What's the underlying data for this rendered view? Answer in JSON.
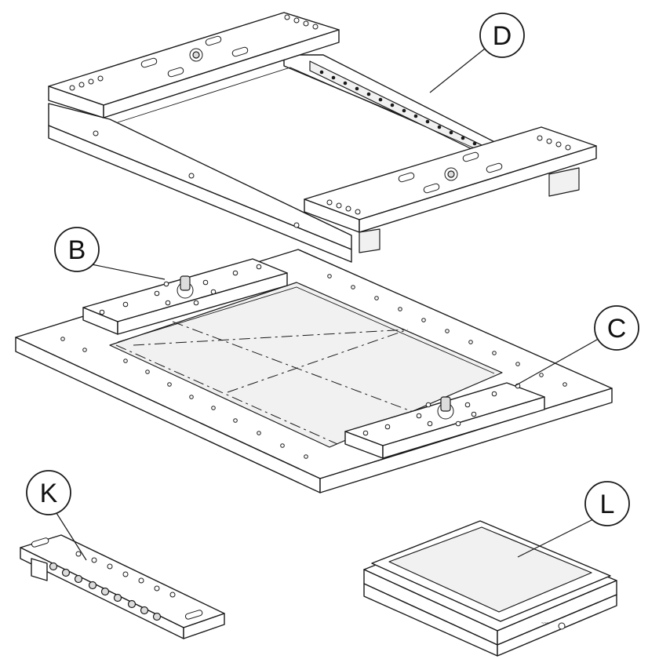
{
  "callouts": {
    "d": "D",
    "b": "B",
    "c": "C",
    "k": "K",
    "l": "L"
  },
  "colors": {
    "line": "#1a1a1a",
    "background": "#ffffff"
  }
}
